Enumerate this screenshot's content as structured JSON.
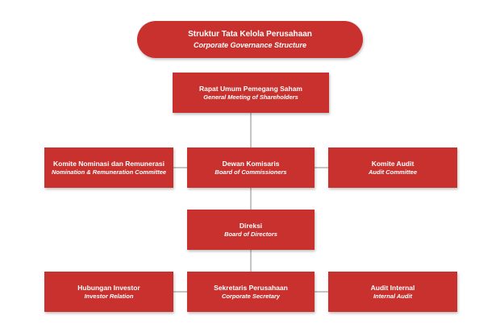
{
  "title": {
    "main": "Struktur Tata Kelola Perusahaan",
    "sub": "Corporate Governance Structure"
  },
  "nodes": {
    "rups": {
      "main": "Rapat Umum Pemegang Saham",
      "sub": "General Meeting of Shareholders"
    },
    "nominasi": {
      "main": "Komite Nominasi dan Remunerasi",
      "sub": "Nomination & Remuneration Committee"
    },
    "dekom": {
      "main": "Dewan Komisaris",
      "sub": "Board of Commissioners"
    },
    "komite_audit": {
      "main": "Komite Audit",
      "sub": "Audit Committee"
    },
    "direksi": {
      "main": "Direksi",
      "sub": "Board of Directors"
    },
    "hubungan_investor": {
      "main": "Hubungan Investor",
      "sub": "Investor Relation"
    },
    "sekper": {
      "main": "Sekretaris Perusahaan",
      "sub": "Corporate Secretary"
    },
    "audit_internal": {
      "main": "Audit Internal",
      "sub": "Internal Audit"
    }
  },
  "colors": {
    "box": "#c8312e",
    "text": "#ffffff",
    "connector": "#8a8a8a"
  }
}
